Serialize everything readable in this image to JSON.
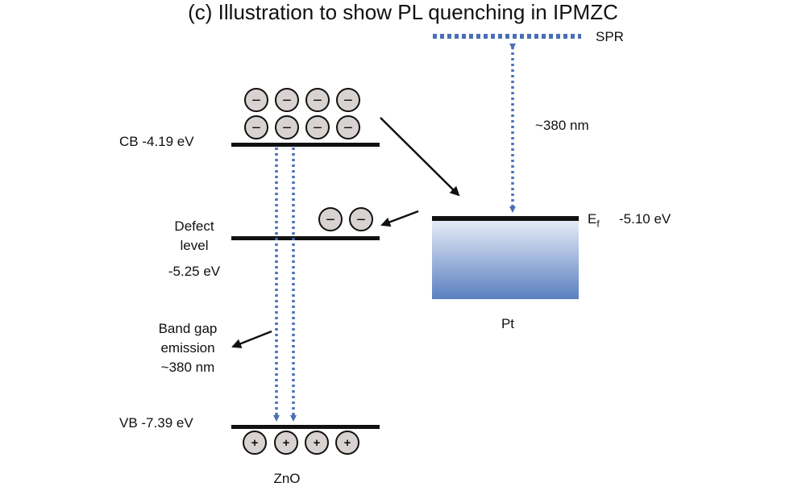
{
  "title": "(c) Illustration to show PL quenching in IPMZC",
  "labels": {
    "cb": "CB  -4.19 eV",
    "defect_line1": "Defect",
    "defect_line2": "level",
    "defect_energy": "-5.25 eV",
    "band_gap_line1": "Band gap",
    "band_gap_line2": "emission",
    "band_gap_line3": "~380 nm",
    "vb": "VB  -7.39 eV",
    "zno": "ZnO",
    "spr": "SPR",
    "spr_wavelength": "~380 nm",
    "ef_symbol": "E",
    "ef_subscript": "f",
    "ef_energy": "-5.10 eV",
    "pt": "Pt"
  },
  "symbols": {
    "electron": "−",
    "hole": "+"
  },
  "colors": {
    "arrow_blue": "#4a6fb5",
    "charge_fill": "#d8d3d0",
    "pt_top": "#e6edf7",
    "pt_bottom": "#5a7fc0"
  }
}
